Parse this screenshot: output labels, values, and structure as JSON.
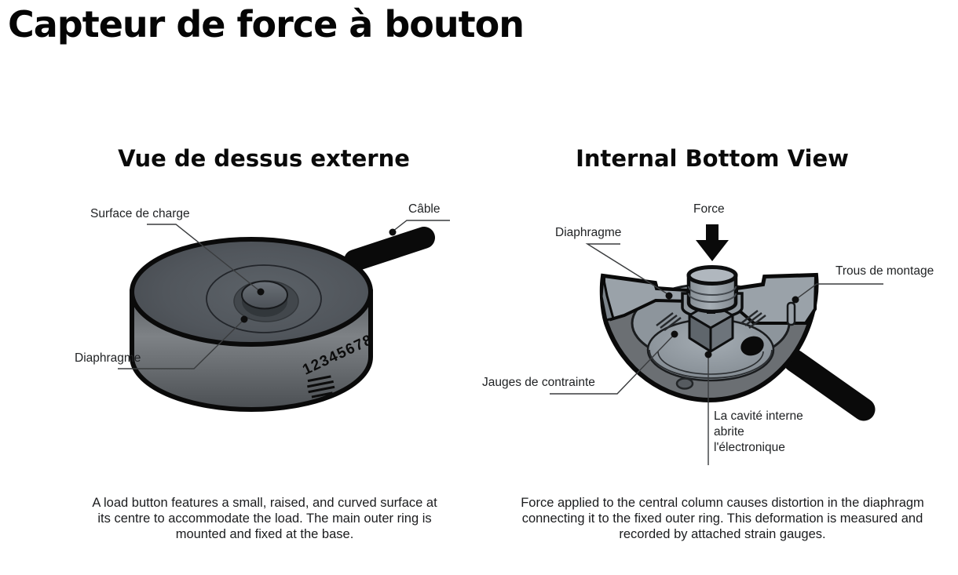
{
  "page": {
    "title": "Capteur de force à bouton"
  },
  "figures": {
    "external": {
      "title": "Vue de dessus externe",
      "labels": {
        "surface": "Surface de charge",
        "cable": "Câble",
        "diaphragme": "Diaphragme"
      },
      "serial_number": "12345678",
      "caption": "A load button features a small, raised, and curved surface at its centre to accommodate the load. The main outer ring is mounted and fixed at the base."
    },
    "internal": {
      "title": "Internal Bottom View",
      "labels": {
        "force": "Force",
        "diaphragme": "Diaphragme",
        "trous": "Trous de montage",
        "jauges": "Jauges de contrainte",
        "cavite": "La cavité interne abrite l'électronique"
      },
      "caption": "Force applied to the central column causes distortion in the diaphragm connecting it to the fixed outer ring. This deformation is measured and recorded by attached strain gauges."
    }
  },
  "colors": {
    "background": "#ffffff",
    "outline": "#0a0a0a",
    "text": "#1c1d1f",
    "leader_line": "#3a3c3e",
    "sensor_top_dark": "#4a4f55",
    "sensor_side_gray": "#7a7e82",
    "cut_face_light": "#9aa2a9",
    "cavity_gray": "#8d959c",
    "bowl_dark": "#6b6f73",
    "cable_black": "#0a0a0a"
  }
}
